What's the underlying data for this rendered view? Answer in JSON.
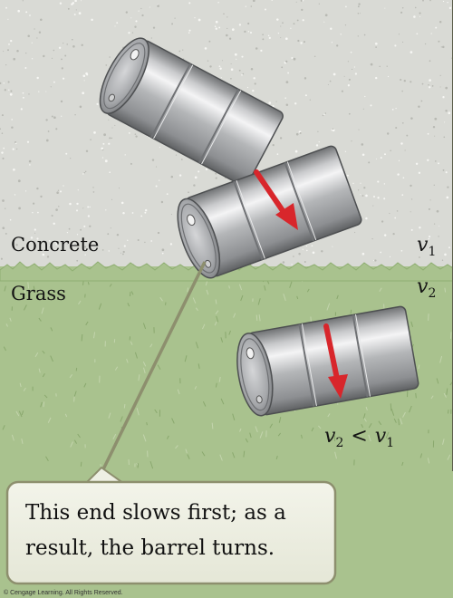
{
  "regions": {
    "concrete": {
      "label": "Concrete",
      "velocity": "v",
      "velocity_sub": "1"
    },
    "grass": {
      "label": "Grass",
      "velocity": "v",
      "velocity_sub": "2"
    }
  },
  "comparison": {
    "left": "v",
    "left_sub": "2",
    "op": "<",
    "right": "v",
    "right_sub": "1"
  },
  "callout": {
    "line1": "This end slows first; as a",
    "line2": "result, the barrel turns."
  },
  "copyright": "© Cengage Learning. All Rights Reserved.",
  "colors": {
    "concrete": "#d9dad5",
    "grass": "#a9c28e",
    "arrow": "#d8262b",
    "barrel": "#a7a9ac",
    "callout_bg": "#eef0e4",
    "pointer": "#8d8f6e"
  }
}
